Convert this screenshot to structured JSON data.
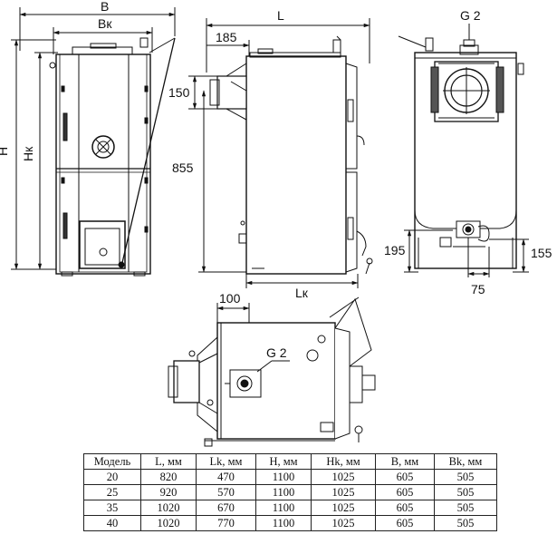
{
  "views": {
    "front": {
      "label_B": "B",
      "label_Bk": "Bк",
      "label_H": "H",
      "label_Hk": "Hк"
    },
    "side": {
      "label_L": "L",
      "label_Lk": "Lк",
      "dim_185": "185",
      "dim_150": "150",
      "dim_855": "855"
    },
    "rear": {
      "label_G2": "G 2",
      "dim_195": "195",
      "dim_155": "155",
      "dim_75": "75"
    },
    "top": {
      "dim_100": "100",
      "label_G2": "G 2"
    }
  },
  "table": {
    "headers": [
      "Модель",
      "L, мм",
      "Lk, мм",
      "H, мм",
      "Hk, мм",
      "B, мм",
      "Bk, мм"
    ],
    "rows": [
      [
        "20",
        "820",
        "470",
        "1100",
        "1025",
        "605",
        "505"
      ],
      [
        "25",
        "920",
        "570",
        "1100",
        "1025",
        "605",
        "505"
      ],
      [
        "35",
        "1020",
        "670",
        "1100",
        "1025",
        "605",
        "505"
      ],
      [
        "40",
        "1020",
        "770",
        "1100",
        "1025",
        "605",
        "505"
      ]
    ]
  }
}
